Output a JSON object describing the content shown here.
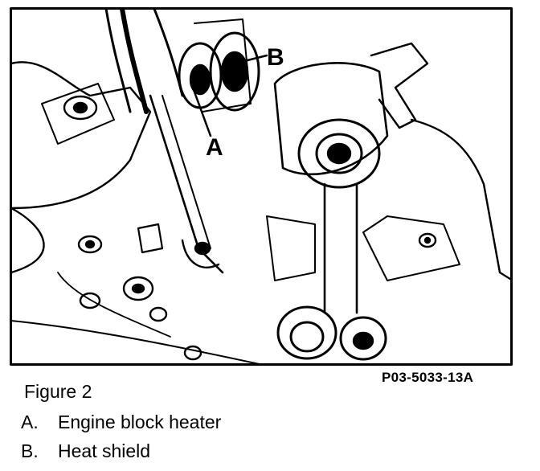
{
  "figure": {
    "caption": "Figure 2",
    "code": "P03-5033-13A",
    "callouts": {
      "a": "A",
      "b": "B"
    }
  },
  "legend": [
    {
      "key": "A.",
      "label": "Engine block heater"
    },
    {
      "key": "B.",
      "label": "Heat shield"
    }
  ]
}
